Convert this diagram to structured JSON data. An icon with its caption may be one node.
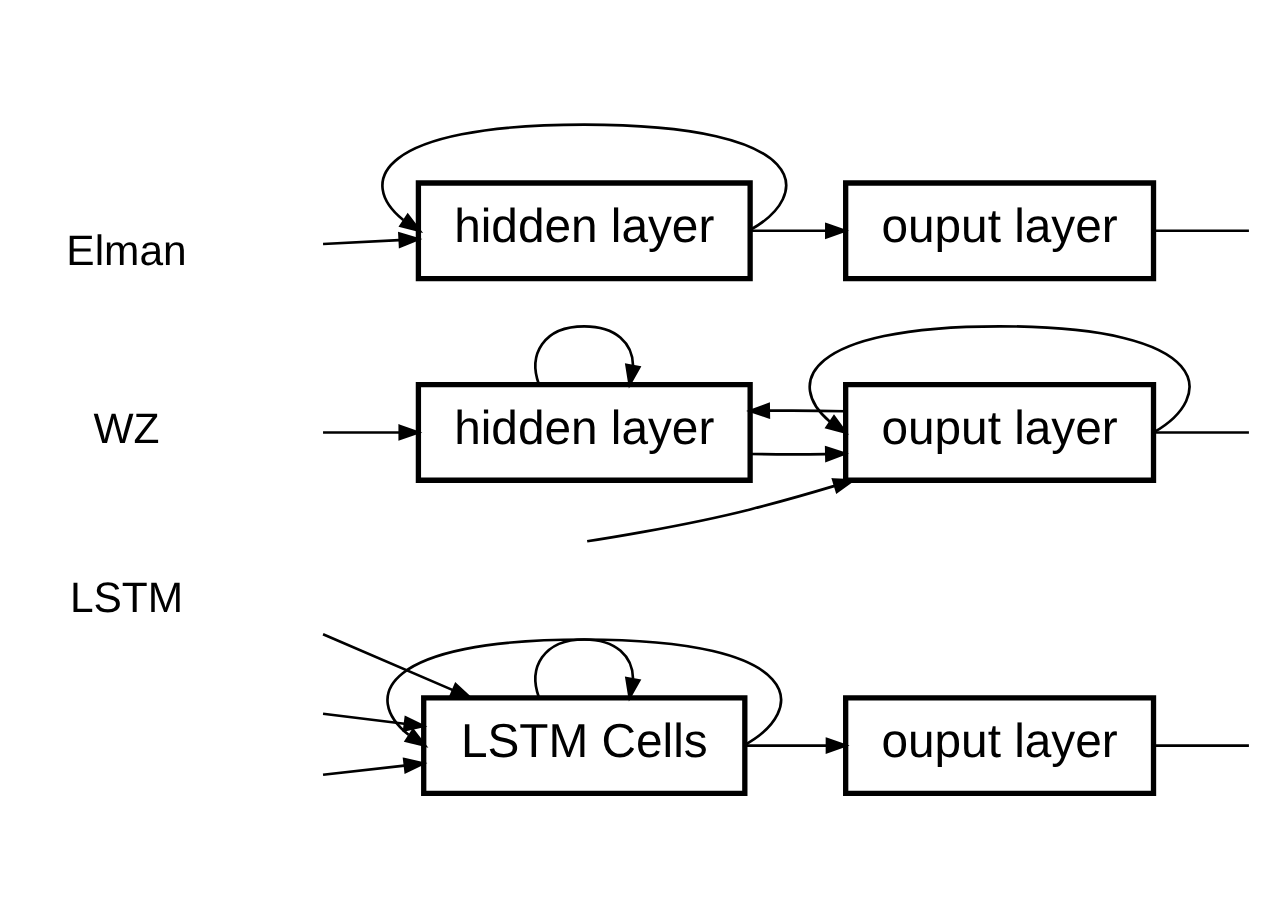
{
  "diagram": {
    "nodes": [
      {
        "text": [
          "hidden layer"
        ]
      },
      {
        "text": [
          "ouput layer"
        ]
      },
      {
        "text": [
          "hidden layer"
        ]
      },
      {
        "text": [
          "ouput layer"
        ]
      },
      {
        "text": [
          "LSTM Cells"
        ]
      },
      {
        "text": [
          "ouput layer"
        ]
      }
    ],
    "edges": [
      {
        "from": null,
        "to": 0,
        "arrow": "to"
      },
      {
        "from": 0,
        "to": 0,
        "arrow": "to"
      },
      {
        "from": 0,
        "to": 1,
        "arrow": "to"
      },
      {
        "from": 1,
        "to": null,
        "arrow": "none"
      },
      {
        "from": null,
        "to": 2,
        "arrow": "to"
      },
      {
        "from": null,
        "to": 3,
        "arrow": "to"
      },
      {
        "from": 2,
        "to": 2,
        "arrow": "to"
      },
      {
        "from": 2,
        "to": 3,
        "arrow": "to"
      },
      {
        "from": 3,
        "to": 2,
        "arrow": "to"
      },
      {
        "from": 3,
        "to": 3,
        "arrow": "to"
      },
      {
        "from": 3,
        "to": null,
        "arrow": "none"
      },
      {
        "from": null,
        "to": 4,
        "arrow": "to"
      },
      {
        "from": null,
        "to": 4,
        "arrow": "to"
      },
      {
        "from": null,
        "to": 4,
        "arrow": "to"
      },
      {
        "from": 4,
        "to": 4,
        "arrow": "to"
      },
      {
        "from": 4,
        "to": 4,
        "arrow": "to"
      },
      {
        "from": 4,
        "to": 5,
        "arrow": "to"
      },
      {
        "from": 5,
        "to": null,
        "arrow": "none"
      }
    ],
    "labels": [
      "Elman",
      "WZ",
      "LSTM"
    ]
  }
}
